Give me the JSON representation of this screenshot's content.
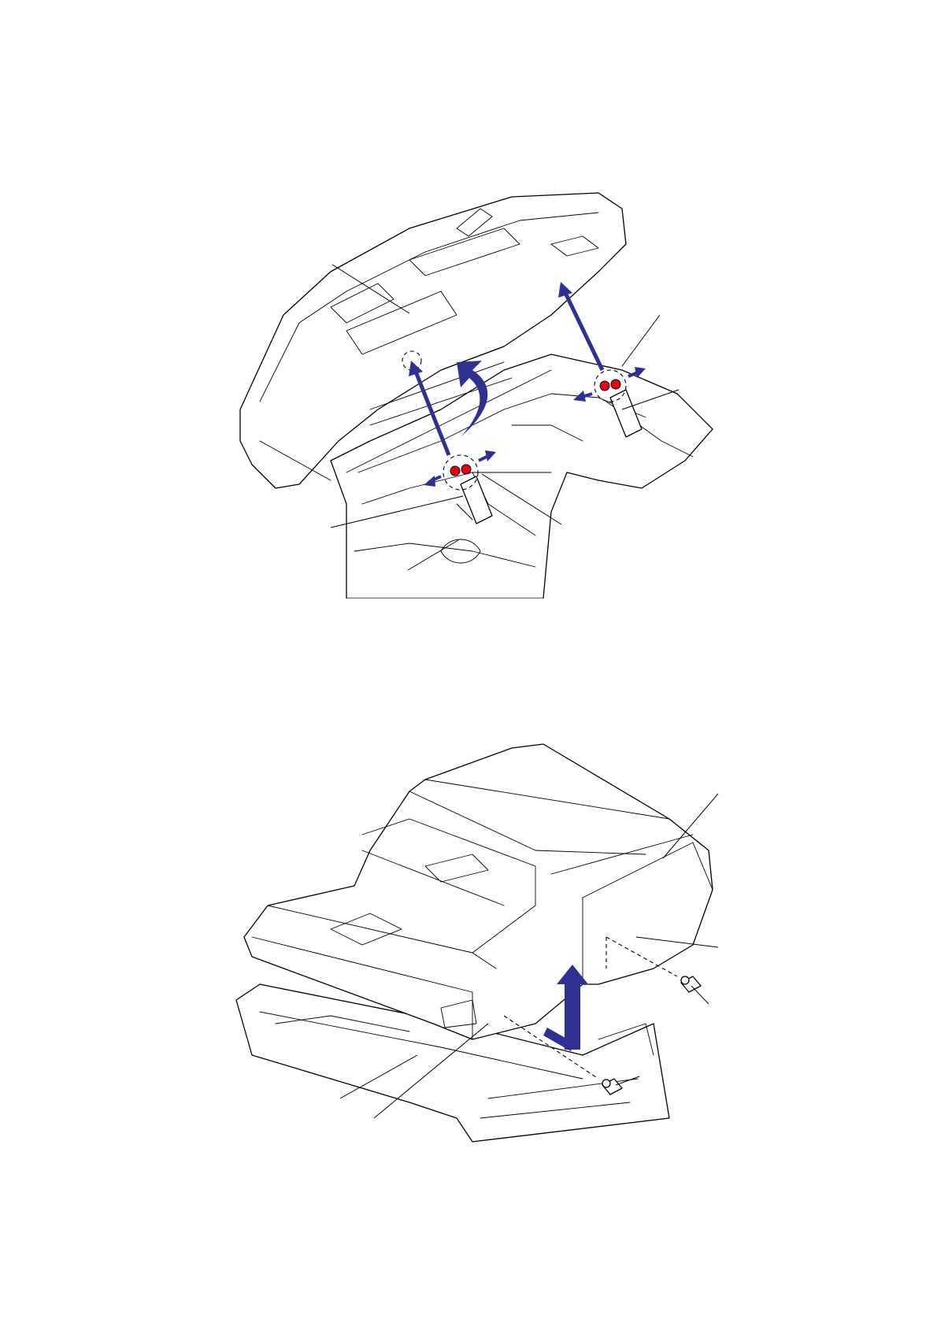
{
  "figures": [
    {
      "id": "figure-top",
      "description_hidden": false,
      "icon": "adf-hinge-removal-illustration",
      "colors": {
        "arrow": "#2e3192",
        "hook": "#e60012",
        "line": "#000000"
      }
    },
    {
      "id": "figure-bottom",
      "icon": "adf-unit-lift-illustration",
      "colors": {
        "arrow": "#2e3192",
        "line": "#000000"
      }
    }
  ]
}
